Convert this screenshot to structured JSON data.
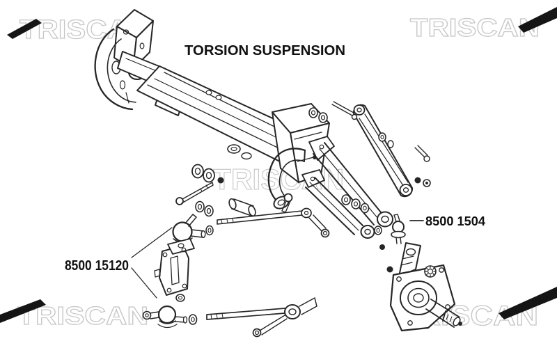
{
  "image": {
    "kind": "exploded-parts-diagram",
    "subject": "Torsion suspension assembly",
    "background": "#ffffff",
    "ink_color": "#262626",
    "watermark_color": "#c6c6c6",
    "label_color": "#111111",
    "corner_mark_color": "#151515"
  },
  "title": {
    "text": "TORSION SUSPENSION"
  },
  "watermark": {
    "text": "TRISCAN"
  },
  "part_labels": {
    "left": "8500 15120",
    "right": "8500 1504"
  }
}
